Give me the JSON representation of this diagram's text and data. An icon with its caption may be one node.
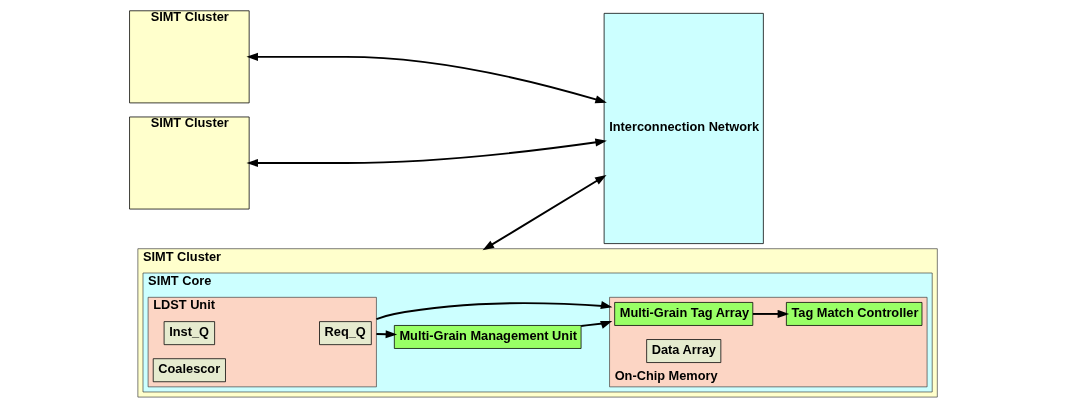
{
  "diagram": {
    "nodes": [
      {
        "text": [
          "SIMT Cluster"
        ]
      },
      {
        "text": [
          "SIMT Cluster"
        ]
      },
      {
        "text": [
          "SIMT Cluster"
        ]
      },
      {
        "text": [
          "SIMT Core"
        ],
        "in": 2
      },
      {
        "text": [
          "LDST Unit"
        ],
        "in": 3
      },
      {
        "text": [
          "Req_Q"
        ],
        "in": 4
      },
      {
        "text": [
          "Inst_Q"
        ],
        "in": 4
      },
      {
        "text": [
          "Coalescor"
        ],
        "in": 4
      },
      {
        "text": [
          "Multi-Grain Management Unit"
        ],
        "in": 3
      },
      {
        "text": [
          "On-Chip Memory"
        ],
        "in": 3
      },
      {
        "text": [
          "Multi-Grain Tag Array"
        ],
        "in": 9
      },
      {
        "text": [
          "Tag Match Controller"
        ],
        "in": 9
      },
      {
        "text": [
          "Data Array"
        ],
        "in": 9
      },
      {
        "text": [
          "Interconnection Network"
        ]
      }
    ],
    "edges": [
      {
        "from": 4,
        "to": 8,
        "arrow": "to"
      },
      {
        "from": 4,
        "to": 9,
        "arrow": "to"
      },
      {
        "from": 8,
        "to": 9,
        "arrow": "to"
      },
      {
        "from": 10,
        "to": 11,
        "arrow": "to"
      },
      {
        "from": 0,
        "to": 13,
        "arrow": "both"
      },
      {
        "from": 1,
        "to": 13,
        "arrow": "both"
      },
      {
        "from": 2,
        "to": 13,
        "arrow": "both"
      }
    ]
  }
}
